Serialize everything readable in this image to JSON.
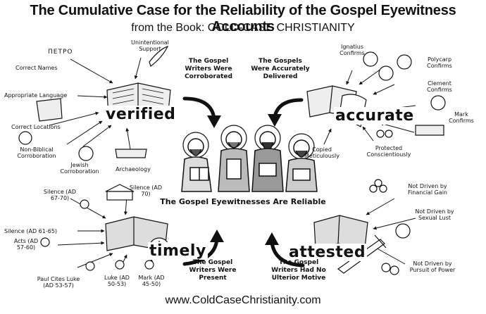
{
  "title": "The Cumulative Case for the Reliability of the Gospel Eyewitness Accounts",
  "subtitle": "from the Book: COLD-CASE CHRISTIANITY",
  "footer": "www.ColdCaseChristianity.com",
  "center_label": "The Gospel Eyewitnesses Are Reliable",
  "quadrants": {
    "verified": {
      "word": "verified",
      "caption": [
        "The Gospel",
        "Writers Were",
        "Corroborated"
      ],
      "greek": "ΠΕΤΡΟ",
      "items": [
        "Unintentional Support",
        "Correct Names",
        "Appropriate Language",
        "Correct Locations",
        "Non-Biblical Corroboration",
        "Jewish Corroboration",
        "Archaeology"
      ]
    },
    "accurate": {
      "word": "accurate",
      "caption": [
        "The Gospels",
        "Were Accurately",
        "Delivered"
      ],
      "items": [
        "Ignatius Confirms",
        "Polycarp Confirms",
        "Clement Confirms",
        "Mark Confirms",
        "Copied Meticulously",
        "Protected Conscientiously"
      ]
    },
    "timely": {
      "word": "timely",
      "caption": [
        "The Gospel",
        "Writers Were",
        "Present"
      ],
      "items": [
        "Silence (AD 67-70)",
        "Silence (AD 70)",
        "Silence (AD 61-65)",
        "Acts (AD 57-60)",
        "Paul Cites Luke (AD 53-57)",
        "Luke (AD 50-53)",
        "Mark (AD 45-50)"
      ]
    },
    "attested": {
      "word": "attested",
      "caption": [
        "The Gospel",
        "Writers Had No",
        "Ulterior Motive"
      ],
      "items": [
        "Not Driven by Financial Gain",
        "Not Driven by Sexual Lust",
        "Not Driven by Pursuit of Power"
      ]
    }
  }
}
